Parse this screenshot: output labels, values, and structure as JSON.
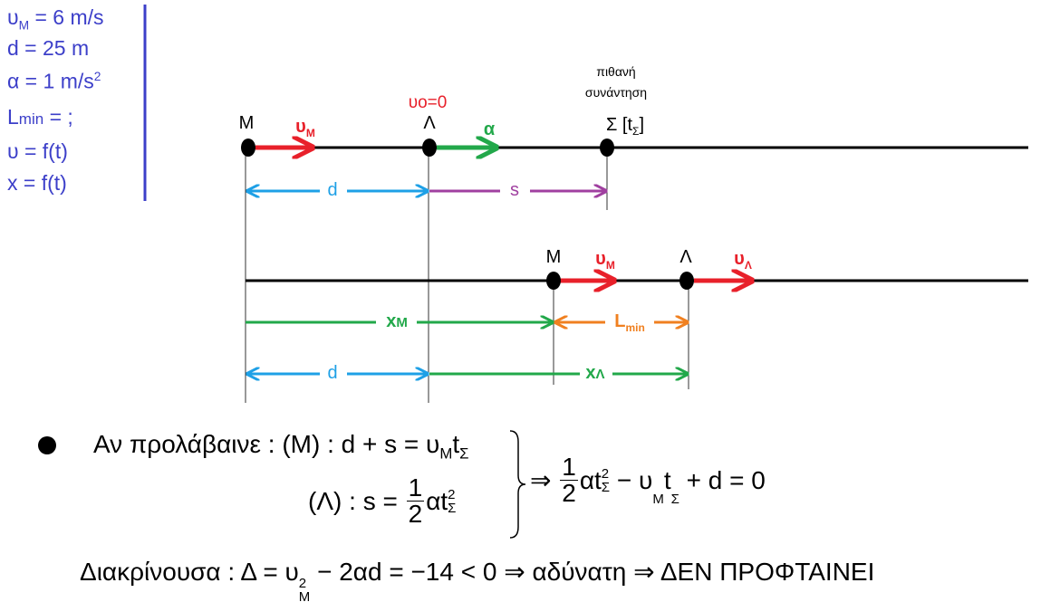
{
  "given": {
    "vM": [
      "υ",
      "M",
      "= 6 m/s"
    ],
    "d": "d = 25 m",
    "a": [
      "α = 1 m/s",
      "2"
    ],
    "Lmin": [
      "L",
      "min",
      "= ;"
    ],
    "u_ft": "υ = f(t)",
    "x_ft": "x = f(t)"
  },
  "diagram1": {
    "M": "Μ",
    "Lambda": "Λ",
    "uM": [
      "υ",
      "M"
    ],
    "u0": "υο=0",
    "alpha": "α",
    "sigma": "Σ [t",
    "sigma_sub": "Σ",
    "sigma_close": "]",
    "meeting1": "πιθανή",
    "meeting2": "συνάντηση",
    "d": "d",
    "s": "s"
  },
  "diagram2": {
    "M": "Μ",
    "Lambda": "Λ",
    "uM": [
      "υ",
      "M"
    ],
    "uL": [
      "υ",
      "Λ"
    ],
    "xM": [
      "x",
      "M"
    ],
    "Lmin": [
      "L",
      "min"
    ],
    "d": "d",
    "xL": [
      "x",
      "Λ"
    ]
  },
  "math": {
    "line1_prefix": "Αν προλάβαινε : (Μ) : d + s = υ",
    "sub_M": "M",
    "t": "t",
    "sub_S": "Σ",
    "line2_prefix": "(Λ) : s =",
    "one": "1",
    "two": "2",
    "at": "αt",
    "sq": "2",
    "implies": "⇒",
    "result_mid": "− υ",
    "result_end": "+ d = 0",
    "disc_prefix": "Διακρίνουσα : Δ = υ",
    "disc_rest": "− 2αd = −14 < 0 ⇒ αδύνατη ⇒ ΔΕΝ ΠΡΟΦΤΑΙΝΕΙ"
  },
  "colors": {
    "given": "#3c3fc9",
    "red": "#e8202a",
    "green": "#22a84a",
    "blue": "#1ea0e6",
    "purple": "#a040a0",
    "orange": "#f08020"
  }
}
